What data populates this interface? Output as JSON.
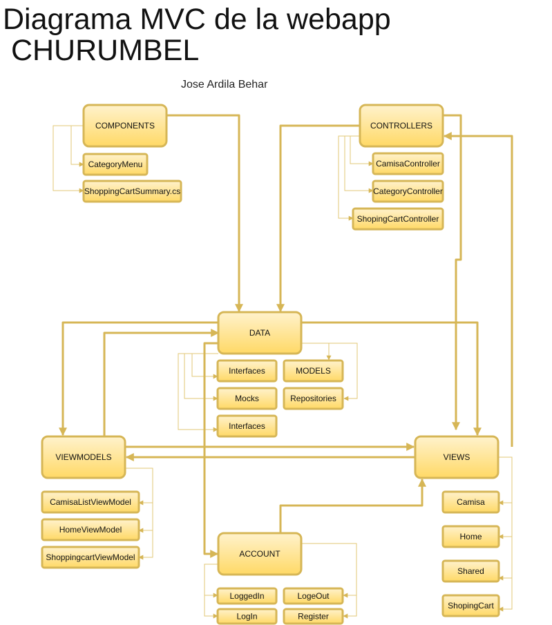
{
  "title": "Diagrama MVC de la webapp\n CHURUMBEL",
  "author": "Jose Ardila Behar",
  "colors": {
    "stroke": "#d6b656",
    "fill_top": "#fff2cc",
    "fill_bottom": "#ffd966"
  },
  "nodes": {
    "components": "COMPONENTS",
    "category_menu": "CategoryMenu",
    "shopping_cart_summary": "ShoppingCartSummary.cs",
    "controllers": "CONTROLLERS",
    "camisa_controller": "CamisaController",
    "category_controller": "CategoryController",
    "shoping_cart_controller": "ShopingCartController",
    "data": "DATA",
    "interfaces_1": "Interfaces",
    "models": "MODELS",
    "mocks": "Mocks",
    "repositories": "Repositories",
    "interfaces_2": "Interfaces",
    "viewmodels": "VIEWMODELS",
    "camisa_list_view_model": "CamisaListViewModel",
    "home_view_model": "HomeViewModel",
    "shoppingcart_view_model": "ShoppingcartViewModel",
    "views": "VIEWS",
    "camisa": "Camisa",
    "home": "Home",
    "shared": "Shared",
    "shoping_cart": "ShopingCart",
    "account": "ACCOUNT",
    "logged_in": "LoggedIn",
    "loge_out": "LogeOut",
    "log_in": "LogIn",
    "register": "Register"
  }
}
